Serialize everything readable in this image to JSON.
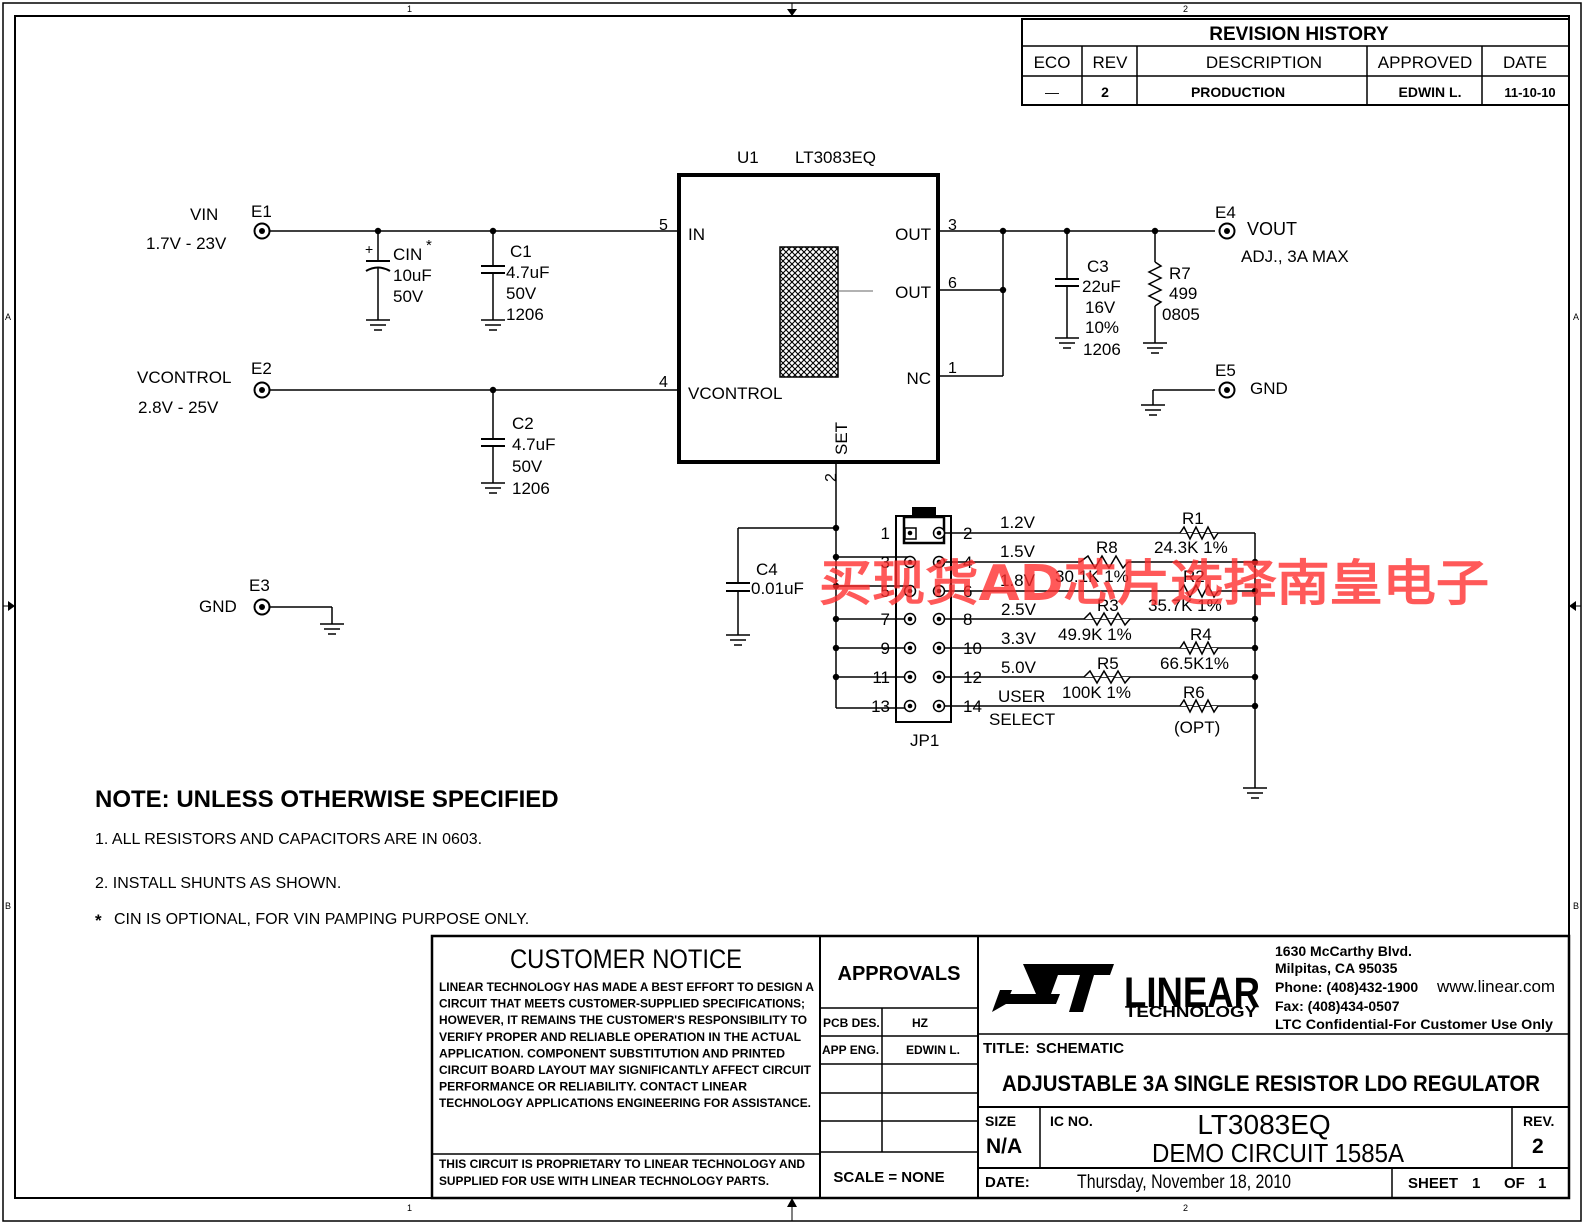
{
  "border": {
    "zone_top_1": "1",
    "zone_top_2": "2",
    "zone_bottom_1": "1",
    "zone_bottom_2": "2",
    "zone_left_a": "A",
    "zone_left_b": "B",
    "zone_right_a": "A",
    "zone_right_b": "B"
  },
  "revision_history": {
    "title": "REVISION HISTORY",
    "headers": [
      "ECO",
      "REV",
      "DESCRIPTION",
      "APPROVED",
      "DATE"
    ],
    "row": [
      "—",
      "2",
      "PRODUCTION",
      "EDWIN L.",
      "11-10-10"
    ]
  },
  "ic": {
    "ref": "U1",
    "part": "LT3083EQ",
    "pins": {
      "in": "IN",
      "in_num": "5",
      "out1": "OUT",
      "out1_num": "3",
      "out2": "OUT",
      "out2_num": "6",
      "nc": "NC",
      "nc_num": "1",
      "vcontrol": "VCONTROL",
      "vcontrol_num": "4",
      "set": "SET",
      "set_num": "2"
    }
  },
  "terminals": {
    "e1": {
      "ref": "E1",
      "net": "VIN",
      "range": "1.7V - 23V"
    },
    "e2": {
      "ref": "E2",
      "net": "VCONTROL",
      "range": "2.8V - 25V"
    },
    "e3": {
      "ref": "E3",
      "net": "GND"
    },
    "e4": {
      "ref": "E4",
      "net": "VOUT",
      "range": "ADJ., 3A MAX"
    },
    "e5": {
      "ref": "E5",
      "net": "GND"
    }
  },
  "components": {
    "cin": {
      "ref": "CIN",
      "mark": "*",
      "plus": "+",
      "value": "10uF",
      "voltage": "50V"
    },
    "c1": {
      "ref": "C1",
      "value": "4.7uF",
      "voltage": "50V",
      "size": "1206"
    },
    "c2": {
      "ref": "C2",
      "value": "4.7uF",
      "voltage": "50V",
      "size": "1206"
    },
    "c3": {
      "ref": "C3",
      "value": "22uF",
      "voltage": "16V",
      "tol": "10%",
      "size": "1206"
    },
    "c4": {
      "ref": "C4",
      "value": "0.01uF"
    },
    "r7": {
      "ref": "R7",
      "value": "499",
      "size": "0805"
    }
  },
  "jumper": {
    "ref": "JP1",
    "left_pins": [
      "1",
      "3",
      "5",
      "7",
      "9",
      "11",
      "13"
    ],
    "right_pins": [
      "2",
      "4",
      "6",
      "8",
      "10",
      "12",
      "14"
    ],
    "voltages": [
      "1.2V",
      "1.5V",
      "1.8V",
      "2.5V",
      "3.3V",
      "5.0V",
      "USER"
    ],
    "user_sub": "SELECT",
    "resistors": [
      {
        "ref": "R1",
        "value": "24.3K  1%"
      },
      {
        "ref": "R8",
        "value": "30.1K  1%"
      },
      {
        "ref": "R2",
        "value": "35.7K  1%"
      },
      {
        "ref": "R3",
        "value": "49.9K  1%"
      },
      {
        "ref": "R4",
        "value": "66.5K1%"
      },
      {
        "ref": "R5",
        "value": "100K  1%"
      },
      {
        "ref": "R6",
        "value": "(OPT)"
      }
    ]
  },
  "notes": {
    "title": "NOTE: UNLESS OTHERWISE SPECIFIED",
    "items": [
      "1.  ALL RESISTORS AND CAPACITORS ARE IN 0603.",
      "2.  INSTALL SHUNTS AS SHOWN.",
      "CIN IS OPTIONAL, FOR VIN PAMPING PURPOSE ONLY."
    ],
    "star": "*"
  },
  "watermark": "买现货AD芯片选择南皇电子",
  "title_block": {
    "customer_notice": {
      "title": "CUSTOMER NOTICE",
      "lines": [
        "LINEAR TECHNOLOGY HAS MADE A BEST EFFORT TO DESIGN A",
        "CIRCUIT THAT MEETS CUSTOMER-SUPPLIED SPECIFICATIONS;",
        "HOWEVER, IT REMAINS THE CUSTOMER'S RESPONSIBILITY TO",
        "VERIFY PROPER AND RELIABLE OPERATION IN THE ACTUAL",
        "APPLICATION.  COMPONENT SUBSTITUTION AND PRINTED",
        "CIRCUIT BOARD LAYOUT MAY SIGNIFICANTLY AFFECT CIRCUIT",
        "PERFORMANCE OR RELIABILITY.  CONTACT LINEAR",
        "TECHNOLOGY APPLICATIONS ENGINEERING FOR ASSISTANCE."
      ],
      "proprietary": [
        "THIS CIRCUIT IS PROPRIETARY TO LINEAR TECHNOLOGY AND",
        "SUPPLIED FOR USE WITH LINEAR TECHNOLOGY PARTS."
      ]
    },
    "approvals": {
      "title": "APPROVALS",
      "pcb_label": "PCB DES.",
      "pcb_value": "HZ",
      "app_label": "APP ENG.",
      "app_value": "EDWIN L.",
      "scale": "SCALE = NONE"
    },
    "company": {
      "logo_word": "LINEAR",
      "logo_sub": "TECHNOLOGY",
      "address1": "1630 McCarthy Blvd.",
      "address2": "Milpitas, CA 95035",
      "phone": "Phone: (408)432-1900",
      "web": "www.linear.com",
      "fax": "Fax: (408)434-0507",
      "confidential": "LTC Confidential-For Customer Use Only"
    },
    "title_label": "TITLE:",
    "title_value": "SCHEMATIC",
    "title_main": "ADJUSTABLE 3A SINGLE RESISTOR LDO REGULATOR",
    "size_label": "SIZE",
    "size_value": "N/A",
    "icno_label": "IC NO.",
    "part": "LT3083EQ",
    "demo": "DEMO CIRCUIT 1585A",
    "rev_label": "REV.",
    "rev_value": "2",
    "date_label": "DATE:",
    "date_value": "Thursday, November 18, 2010",
    "sheet_label": "SHEET",
    "sheet_value": "1",
    "of_label": "OF",
    "of_value": "1"
  }
}
